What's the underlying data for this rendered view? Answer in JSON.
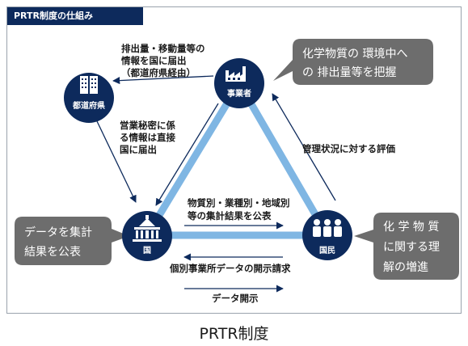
{
  "header": {
    "title": "PRTR制度の仕組み"
  },
  "nodes": {
    "business": {
      "label": "事業者"
    },
    "prefecture": {
      "label": "都道府県"
    },
    "government": {
      "label": "国"
    },
    "citizens": {
      "label": "国民"
    }
  },
  "arrow_labels": {
    "business_to_gov_via_pref": [
      "排出量・移動量等の",
      "情報を国に届出",
      "（都道府県経由）"
    ],
    "trade_secret": [
      "営業秘密に係",
      "る情報は直接",
      "国に届出"
    ],
    "management_eval": "管理状況に対する評価",
    "publish_results": [
      "物質別・業種別・地域別",
      "等の集計結果を公表"
    ],
    "disclosure_request": "個別事業所データの開示請求",
    "data_disclosure": "データ開示"
  },
  "bubbles": {
    "business": [
      "化学物質の 環境中へ",
      "の 排出量等を把握"
    ],
    "government": [
      "データを集計",
      "結果を公表"
    ],
    "citizens": [
      "化 学 物 質",
      "に関する理",
      "解の増進"
    ]
  },
  "caption": "PRTR制度",
  "colors": {
    "navy": "#0d2a5c",
    "triangle": "#7fb6e3",
    "bubble": "#6d6d6d",
    "arrow": "#0d2a5c"
  }
}
